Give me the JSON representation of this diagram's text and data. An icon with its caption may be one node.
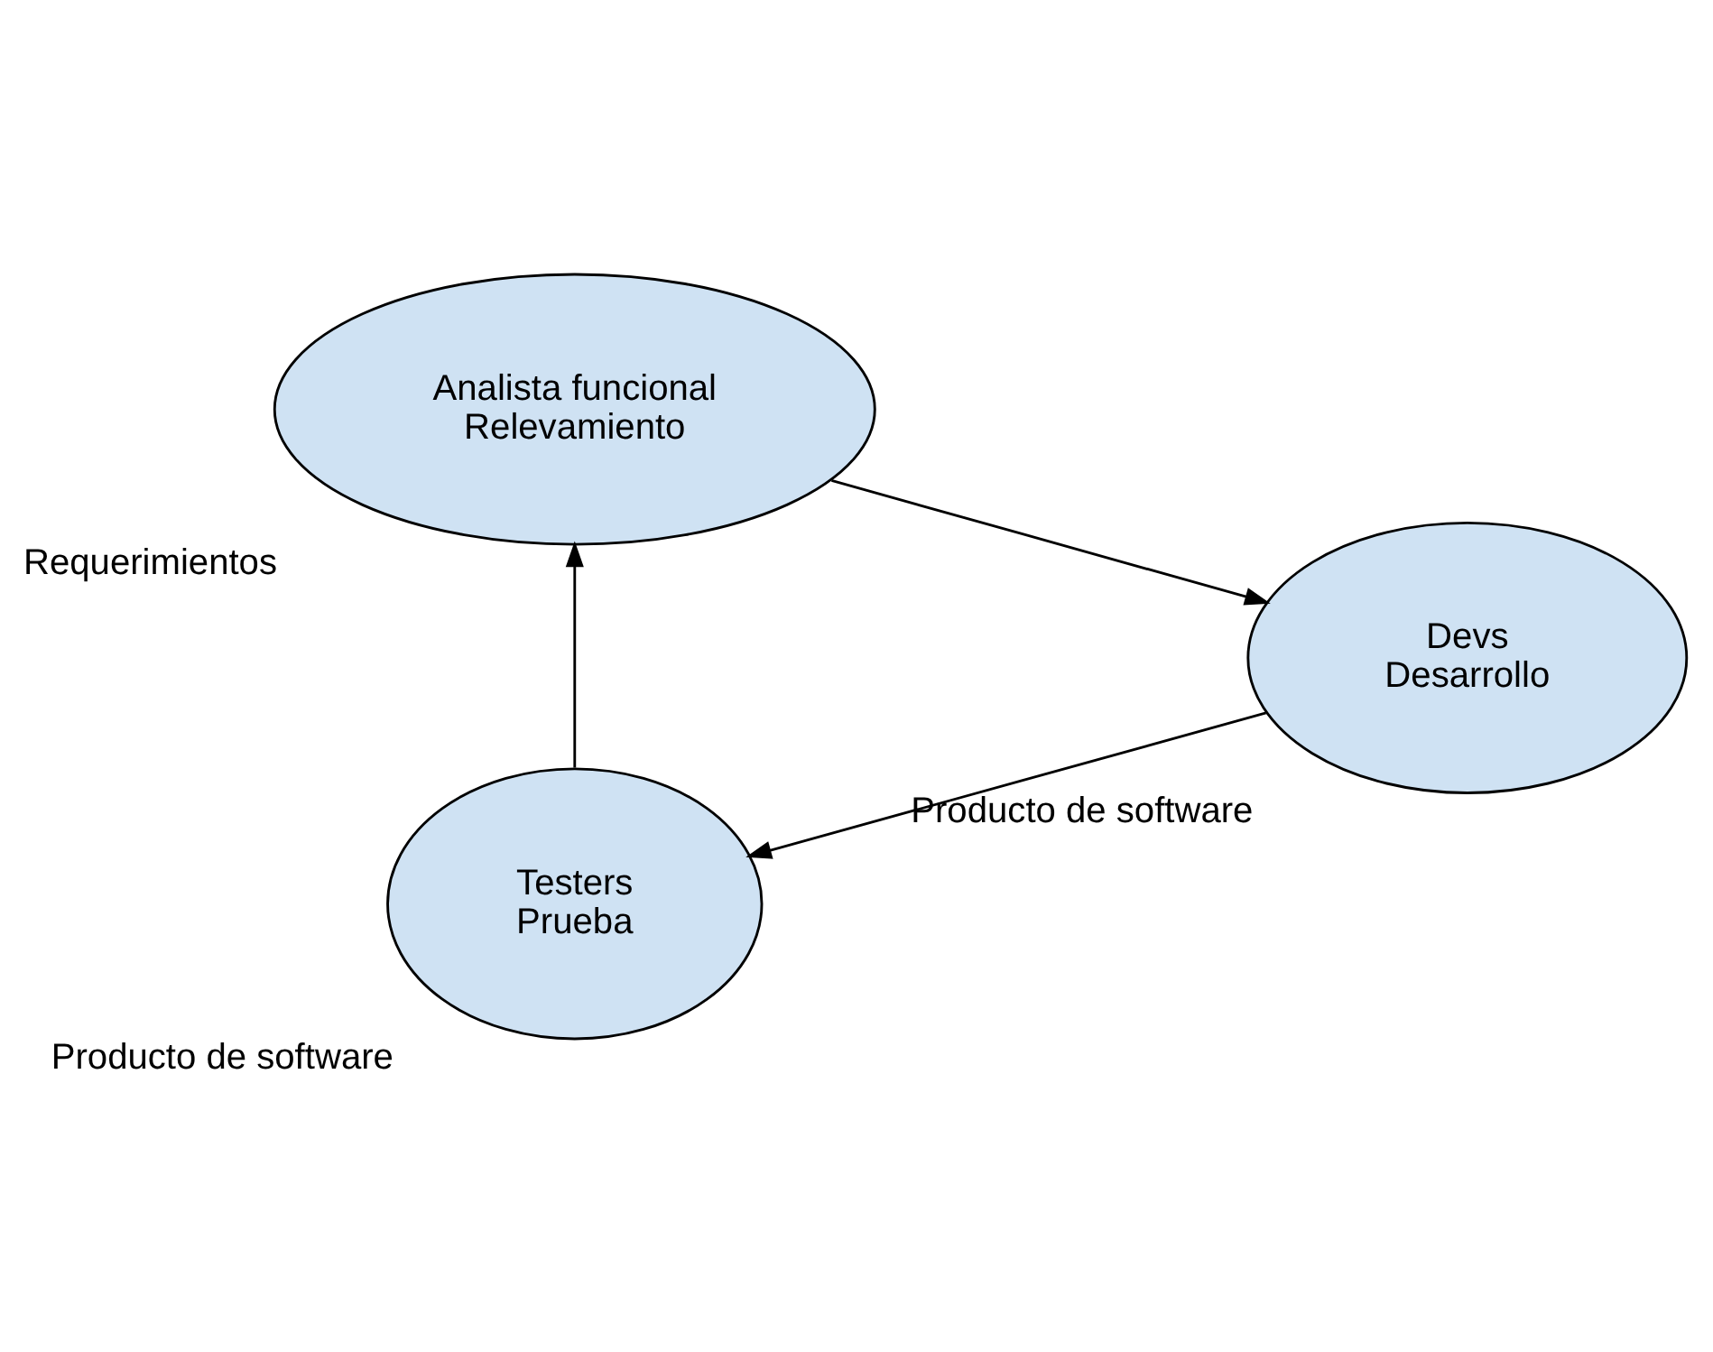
{
  "diagram": {
    "nodes": [
      {
        "text": [
          "Analista funcional",
          "Relevamiento"
        ],
        "beside": [
          "Requerimientos"
        ]
      },
      {
        "text": [
          "Devs",
          "Desarrollo"
        ],
        "beside": [
          "Producto de software"
        ]
      },
      {
        "text": [
          "Testers",
          "Prueba"
        ],
        "beside": [
          "Producto de software"
        ]
      }
    ],
    "edges": [
      {
        "from": 0,
        "to": 1,
        "arrow": "to"
      },
      {
        "from": 1,
        "to": 2,
        "arrow": "to"
      },
      {
        "from": 2,
        "to": 0,
        "arrow": "to"
      }
    ]
  }
}
